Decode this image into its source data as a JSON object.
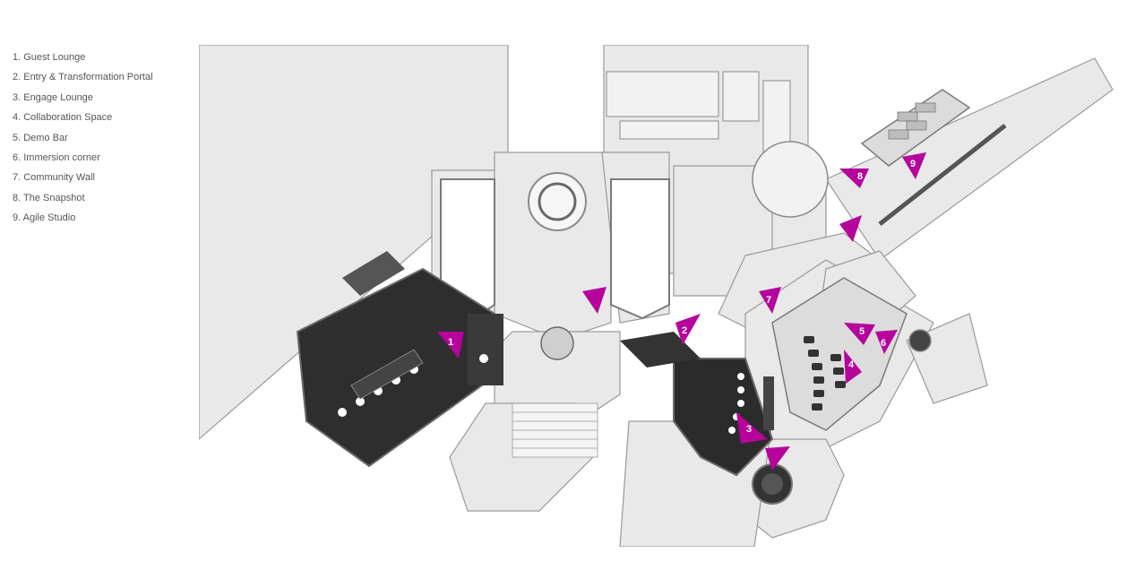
{
  "legend": {
    "items": [
      "1. Guest Lounge",
      "2. Entry & Transformation Portal",
      "3. Engage Lounge",
      "4. Collaboration Space",
      "5. Demo Bar",
      "6. Immersion corner",
      "7. Community Wall",
      "8. The Snapshot",
      "9. Agile Studio"
    ]
  },
  "markers": [
    {
      "number": "1"
    },
    {
      "number": "2"
    },
    {
      "number": "3"
    },
    {
      "number": "4"
    },
    {
      "number": "5"
    },
    {
      "number": "6"
    },
    {
      "number": "7"
    },
    {
      "number": "8"
    },
    {
      "number": "9"
    }
  ],
  "colors": {
    "accent": "#b5039c",
    "wall": "#8a8a8a",
    "floor": "#e9e9e9",
    "dark_room": "#2a2a2a"
  }
}
